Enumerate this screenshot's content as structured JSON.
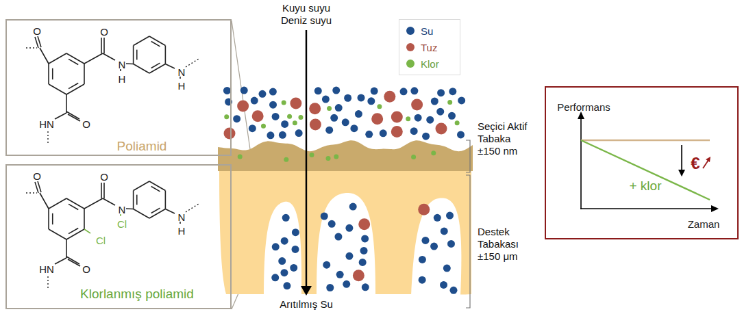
{
  "diagram": {
    "nodes": [
      {
        "text": [
          "O",
          "O",
          "N",
          "H",
          "N",
          "H",
          "HN",
          "O",
          "Poliamid"
        ]
      },
      {
        "text": [
          "O",
          "O",
          "N",
          "Cl",
          "Cl",
          "N",
          "H",
          "HN",
          "O",
          "Klorlanmış poliamid"
        ]
      },
      {
        "text": [
          "Performans",
          "+ klor",
          "€",
          "Zaman"
        ]
      }
    ],
    "labels": [
      "Kuyu suyu Deniz suyu",
      "Seçici Aktif Tabaka ±150 nm",
      "Destek Tabakası ±150 μm",
      "Arıtılmış Su"
    ],
    "legend": [
      {
        "text": "Su",
        "color": "#1f4e8c"
      },
      {
        "text": "Tuz",
        "color": "#b5574a"
      },
      {
        "text": "Klor",
        "color": "#7ab648"
      }
    ]
  }
}
